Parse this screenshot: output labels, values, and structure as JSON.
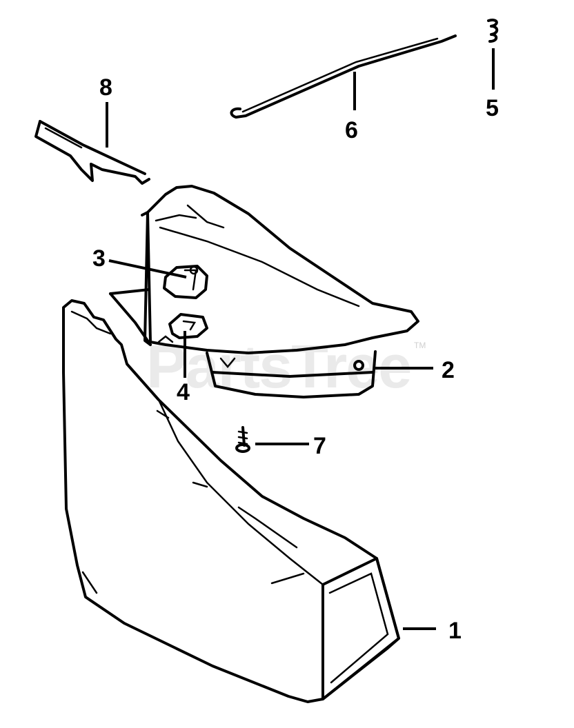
{
  "watermark": {
    "text": "PartsTree",
    "mark": "TM"
  },
  "callouts": [
    {
      "id": "1",
      "label": "1"
    },
    {
      "id": "2",
      "label": "2"
    },
    {
      "id": "3",
      "label": "3"
    },
    {
      "id": "4",
      "label": "4"
    },
    {
      "id": "5",
      "label": "5"
    },
    {
      "id": "6",
      "label": "6"
    },
    {
      "id": "7",
      "label": "7"
    },
    {
      "id": "8",
      "label": "8"
    }
  ]
}
